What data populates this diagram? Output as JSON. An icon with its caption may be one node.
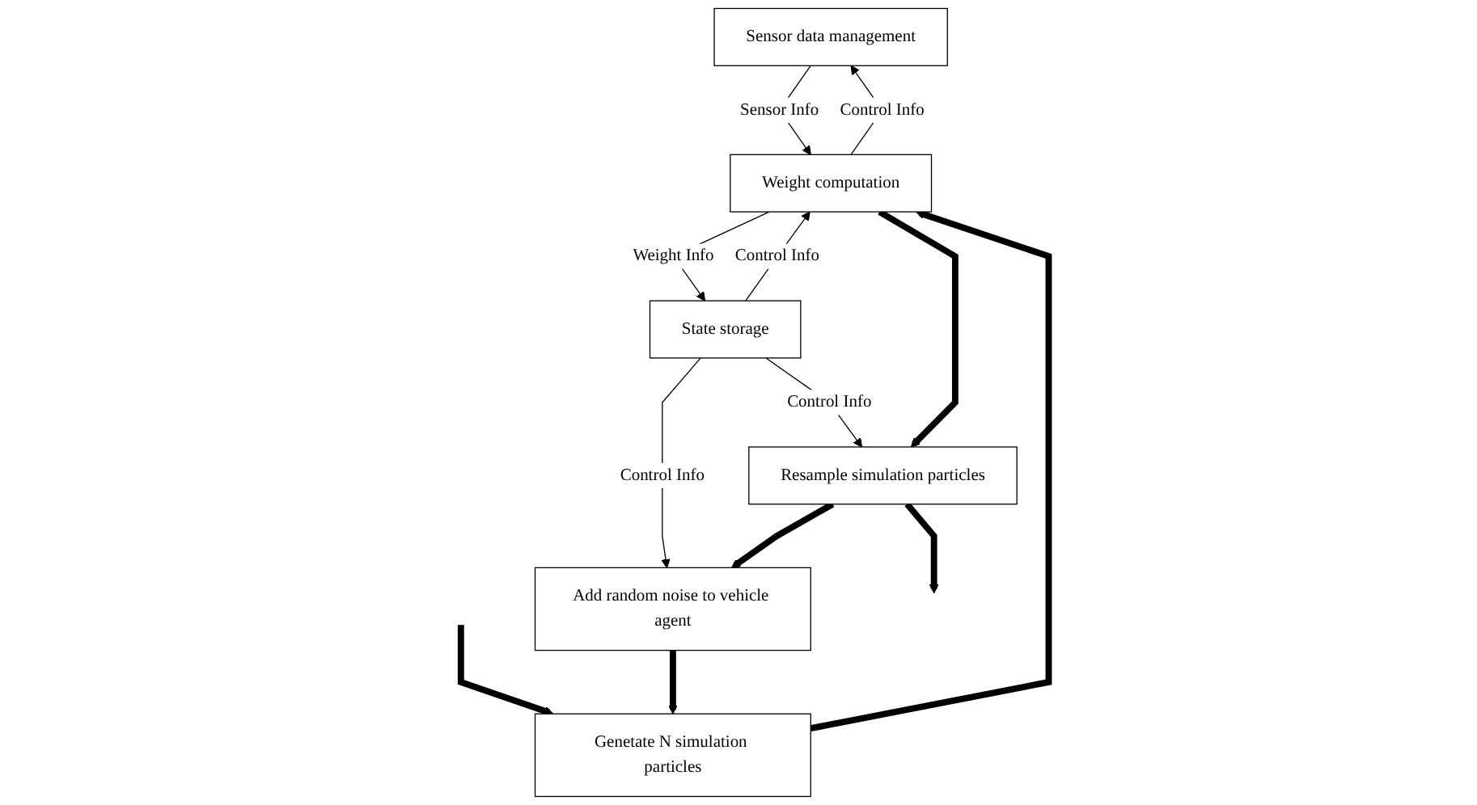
{
  "diagram": {
    "nodes": [
      {
        "text": [
          "Sensor data management"
        ]
      },
      {
        "text": [
          "Weight computation"
        ]
      },
      {
        "text": [
          "Genetate N simulation particles"
        ]
      },
      {
        "text": [
          "State storage"
        ]
      },
      {
        "text": [
          "Resample simulation particles"
        ]
      },
      {
        "text": [
          "Add random noise to vehicle agent"
        ]
      }
    ],
    "edges": [
      {
        "from": 0,
        "to": 1,
        "arrow": "to",
        "label": "Sensor Info"
      },
      {
        "from": 1,
        "to": 0,
        "arrow": "to",
        "label": "Control Info"
      },
      {
        "from": 1,
        "to": 3,
        "arrow": "to",
        "label": "Weight Info"
      },
      {
        "from": 3,
        "to": 1,
        "arrow": "to",
        "label": "Control Info"
      },
      {
        "from": 3,
        "to": 4,
        "arrow": "to",
        "label": "Control Info"
      },
      {
        "from": 3,
        "to": 5,
        "arrow": "to",
        "label": "Control Info"
      },
      {
        "from": null,
        "to": 2,
        "arrow": "to",
        "style": "thick"
      },
      {
        "from": 2,
        "to": 1,
        "arrow": "to",
        "style": "thick"
      },
      {
        "from": 1,
        "to": 4,
        "arrow": "to",
        "style": "thick"
      },
      {
        "from": 4,
        "to": 5,
        "arrow": "to",
        "style": "thick"
      },
      {
        "from": 5,
        "to": 2,
        "arrow": "to",
        "style": "thick"
      },
      {
        "from": 4,
        "to": null,
        "arrow": "to",
        "style": "thick"
      }
    ]
  }
}
